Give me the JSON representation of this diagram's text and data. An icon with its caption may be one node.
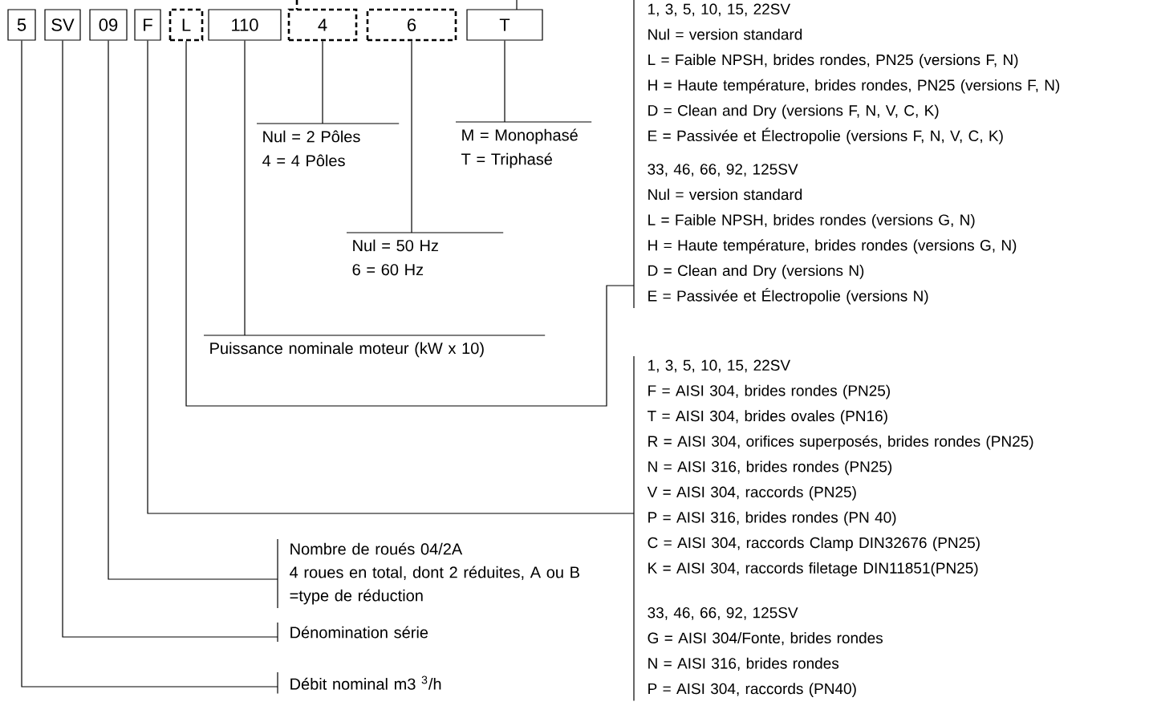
{
  "diagram": {
    "nodes": [
      {
        "text": [
          "5"
        ]
      },
      {
        "text": [
          "SV"
        ]
      },
      {
        "text": [
          "09"
        ]
      },
      {
        "text": [
          "F"
        ]
      },
      {
        "text": [
          "L"
        ]
      },
      {
        "text": [
          "110"
        ]
      },
      {
        "text": [
          "4"
        ]
      },
      {
        "text": [
          "6"
        ]
      },
      {
        "text": [
          "T"
        ]
      },
      {
        "text": [
          "Nul = 2 Pôles",
          "4 = 4 Pôles"
        ]
      },
      {
        "text": [
          "M = Monophasé",
          "T = Triphasé"
        ]
      },
      {
        "text": [
          "Nul = 50 Hz",
          "6 = 60 Hz"
        ]
      },
      {
        "text": [
          "Puissance nominale moteur (kW x 10)"
        ]
      },
      {
        "text": [
          "1, 3, 5, 10, 15, 22SV",
          "Nul = version standard",
          "L = Faible NPSH, brides rondes, PN25 (versions F, N)",
          "H = Haute température, brides rondes, PN25 (versions F, N)",
          "D = Clean and Dry (versions F, N, V, C, K)",
          "E = Passivée et Électropolie (versions F, N, V, C, K)",
          "33, 46, 66, 92, 125SV",
          "Nul = version standard",
          "L = Faible NPSH, brides rondes (versions G, N)",
          "H = Haute température, brides rondes (versions G, N)",
          "D = Clean and Dry (versions N)",
          "E = Passivée et Électropolie (versions N)"
        ]
      },
      {
        "text": [
          "1, 3, 5, 10, 15, 22SV",
          "F = AISI 304, brides rondes (PN25)",
          "T = AISI 304, brides ovales (PN16)",
          "R = AISI 304, orifices superposés, brides rondes (PN25)",
          "N = AISI 316, brides rondes (PN25)",
          "V = AISI 304, raccords (PN25)",
          "P = AISI 316, brides rondes (PN 40)",
          "C = AISI 304, raccords Clamp DIN32676 (PN25)",
          "K = AISI 304, raccords filetage DIN11851(PN25)",
          "33, 46, 66, 92, 125SV",
          "G = AISI 304/Fonte, brides rondes",
          "N = AISI 316, brides rondes",
          "P = AISI 304, raccords (PN40)"
        ]
      },
      {
        "text": [
          "Nombre de roués 04/2A",
          "4 roues en total, dont 2 réduites, A ou B =type de réduction"
        ]
      },
      {
        "text": [
          "Dénomination série"
        ]
      },
      {
        "text": [
          "Débit nominal m3 $^{3}$/h"
        ]
      }
    ],
    "edges": [
      {
        "from": 6,
        "to": 9,
        "arrow": "none"
      },
      {
        "from": 8,
        "to": 10,
        "arrow": "none"
      },
      {
        "from": 7,
        "to": 11,
        "arrow": "none"
      },
      {
        "from": 5,
        "to": 12,
        "arrow": "none"
      },
      {
        "from": 4,
        "to": 13,
        "arrow": "none"
      },
      {
        "from": 3,
        "to": 14,
        "arrow": "none"
      },
      {
        "from": 2,
        "to": 15,
        "arrow": "none"
      },
      {
        "from": 1,
        "to": 16,
        "arrow": "none"
      },
      {
        "from": 0,
        "to": 17,
        "arrow": "none"
      }
    ]
  }
}
